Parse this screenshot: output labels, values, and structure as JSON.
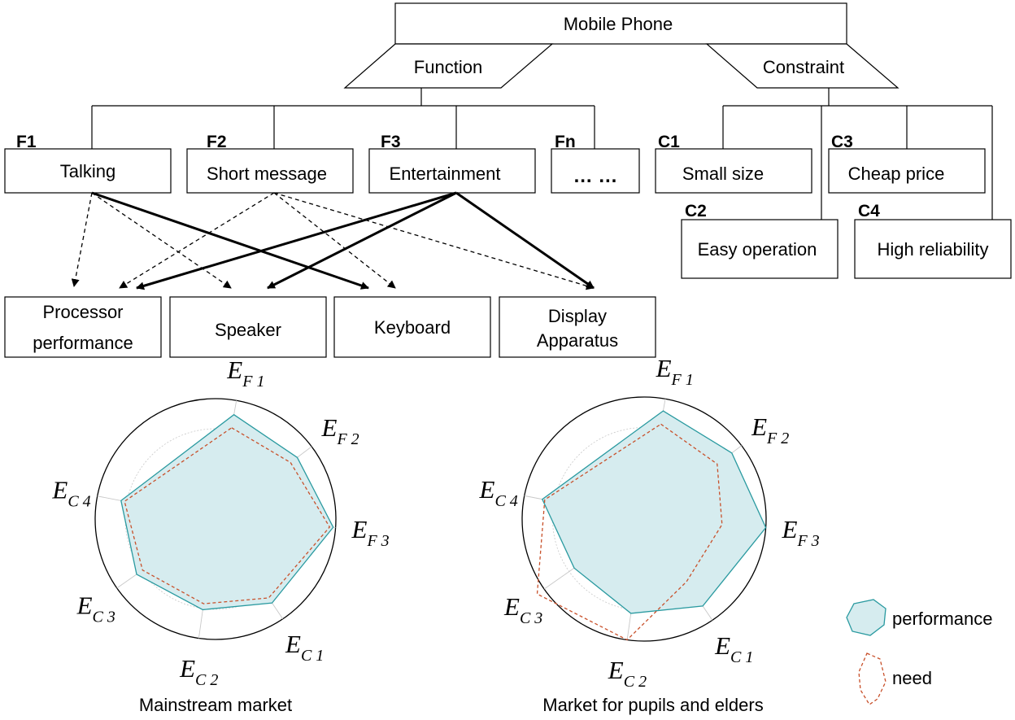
{
  "root": "Mobile Phone",
  "branches": {
    "function": "Function",
    "constraint": "Constraint"
  },
  "functions": [
    {
      "id": "F1",
      "label": "Talking"
    },
    {
      "id": "F2",
      "label": "Short message"
    },
    {
      "id": "F3",
      "label": "Entertainment"
    },
    {
      "id": "Fn",
      "label": "… …"
    }
  ],
  "constraints": [
    {
      "id": "C1",
      "label": "Small size"
    },
    {
      "id": "C2",
      "label": "Easy operation"
    },
    {
      "id": "C3",
      "label": "Cheap price"
    },
    {
      "id": "C4",
      "label": "High reliability"
    }
  ],
  "components": [
    {
      "lines": [
        "Processor",
        "performance"
      ]
    },
    {
      "lines": [
        "Speaker"
      ]
    },
    {
      "lines": [
        "Keyboard"
      ]
    },
    {
      "lines": [
        "Display",
        "Apparatus"
      ]
    }
  ],
  "axis_labels": [
    {
      "main": "E",
      "sub": "F1"
    },
    {
      "main": "E",
      "sub": "F2"
    },
    {
      "main": "E",
      "sub": "F3"
    },
    {
      "main": "E",
      "sub": "C1"
    },
    {
      "main": "E",
      "sub": "C2"
    },
    {
      "main": "E",
      "sub": "C3"
    },
    {
      "main": "E",
      "sub": "C4"
    }
  ],
  "radar_charts": [
    {
      "caption": "Mainstream market",
      "performance": [
        0.88,
        0.85,
        0.98,
        0.84,
        0.76,
        0.8,
        0.8
      ],
      "need": [
        0.77,
        0.78,
        0.95,
        0.79,
        0.71,
        0.74,
        0.77
      ]
    },
    {
      "caption": "Market for pupils and elders",
      "performance": [
        0.9,
        0.9,
        1.0,
        0.86,
        0.78,
        0.7,
        0.85
      ],
      "need": [
        0.79,
        0.75,
        0.64,
        0.62,
        1.0,
        1.07,
        0.83
      ]
    }
  ],
  "legend": {
    "performance": "performance",
    "need": "need"
  },
  "colors": {
    "fill": "#d6ecef",
    "stroke": "#2a9aa0",
    "need": "#c8502a"
  }
}
